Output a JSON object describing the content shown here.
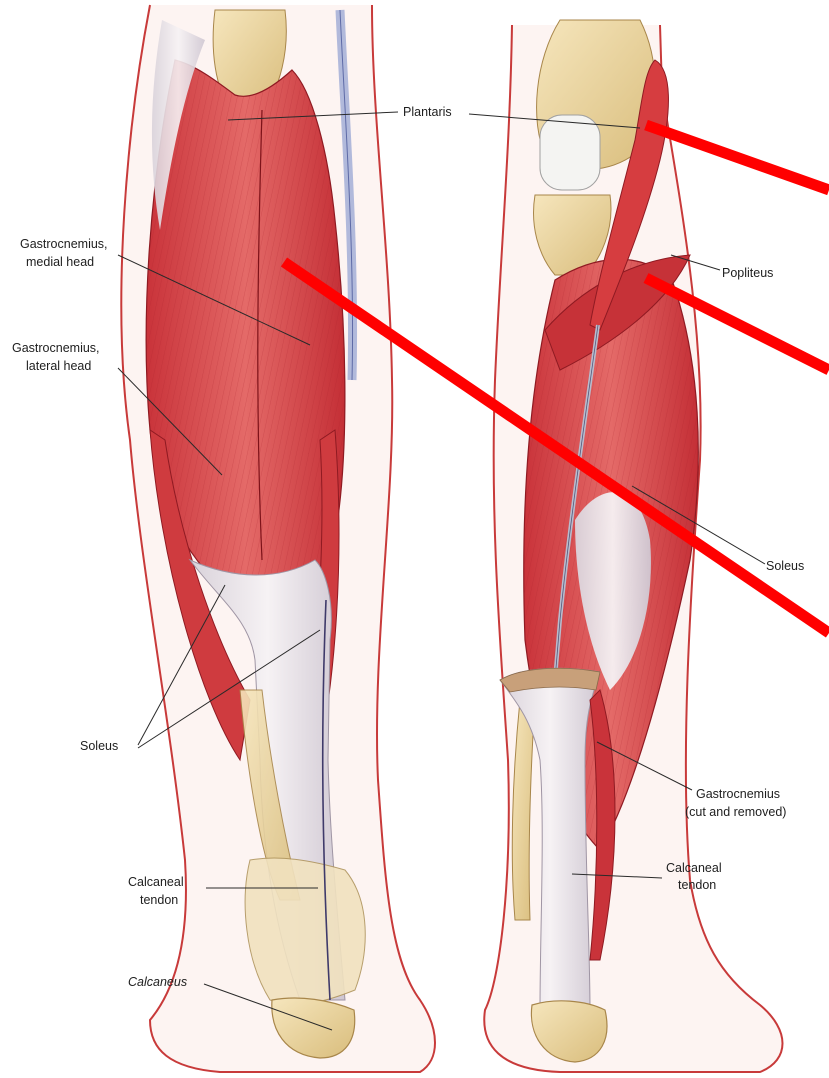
{
  "labels": {
    "plantaris": "Plantaris",
    "gastroc_medial_1": "Gastrocnemius,",
    "gastroc_medial_2": "medial head",
    "gastroc_lateral_1": "Gastrocnemius,",
    "gastroc_lateral_2": "lateral head",
    "soleus_left": "Soleus",
    "calcaneal_left_1": "Calcaneal",
    "calcaneal_left_2": "tendon",
    "calcaneus": "Calcaneus",
    "popliteus": "Popliteus",
    "soleus_right": "Soleus",
    "gastroc_cut_1": "Gastrocnemius",
    "gastroc_cut_2": "(cut and removed)",
    "calcaneal_right_1": "Calcaneal",
    "calcaneal_right_2": "tendon"
  },
  "colors": {
    "muscle": "#d9474a",
    "muscle_dark": "#b8262d",
    "tendon": "#ece6ea",
    "bone": "#efdba8",
    "skin_outline": "#c83a3a",
    "annotation_red": "#ff0000"
  }
}
